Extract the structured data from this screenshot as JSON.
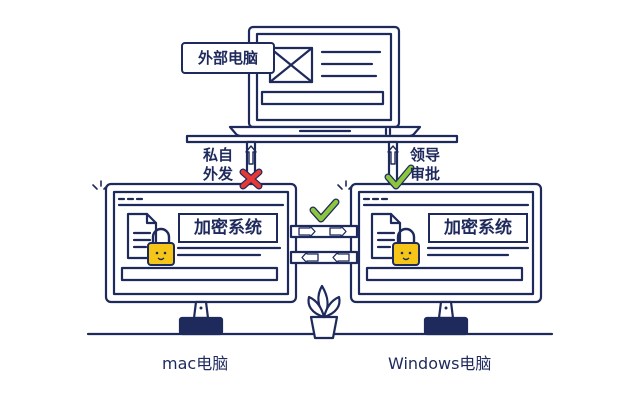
{
  "external_pc": {
    "label": "外部电脑"
  },
  "left_pc": {
    "system_label": "加密系统",
    "caption": "mac电脑"
  },
  "right_pc": {
    "system_label": "加密系统",
    "caption": "Windows电脑"
  },
  "left_transfer": {
    "line1": "私自",
    "line2": "外发",
    "status": "blocked"
  },
  "right_transfer": {
    "line1": "领导",
    "line2": "审批",
    "status": "allowed"
  },
  "between_status": "allowed",
  "colors": {
    "ink": "#1f2a5c",
    "ok": "#8cc63f",
    "blocked": "#e53935",
    "lock": "#f5c518"
  }
}
